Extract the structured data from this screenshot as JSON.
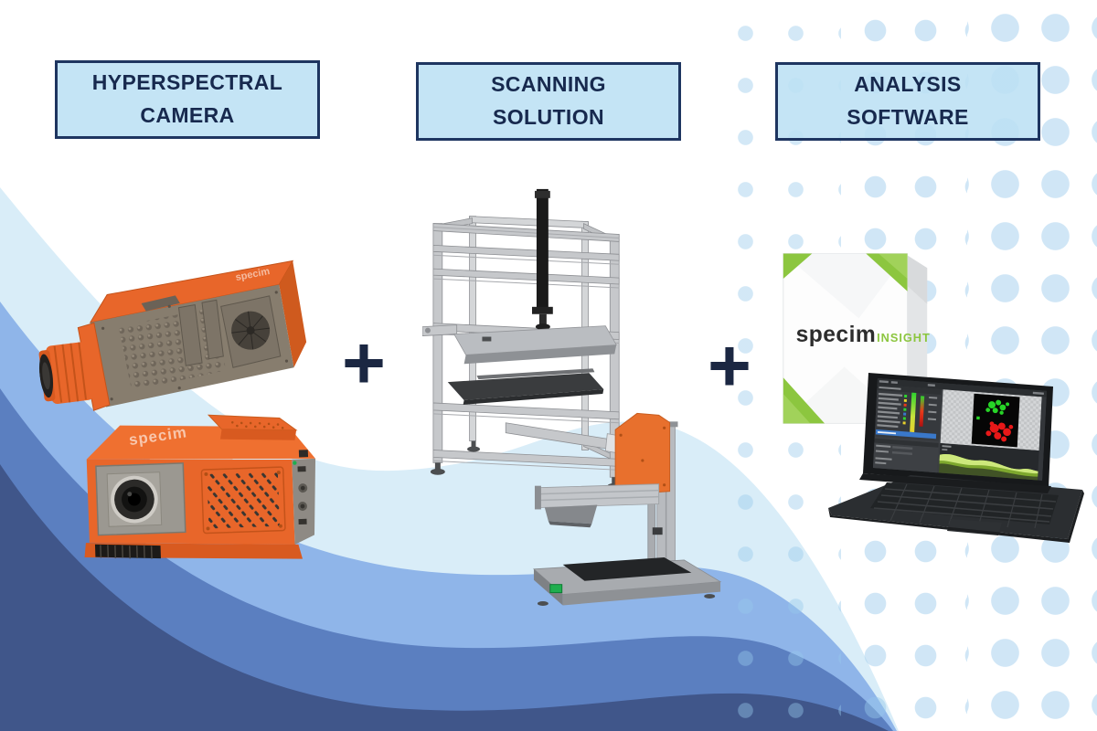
{
  "sections": [
    {
      "id": "hyperspectral-camera",
      "label": "HYPERSPECTRAL CAMERA"
    },
    {
      "id": "scanning-solution",
      "label": "SCANNING SOLUTION"
    },
    {
      "id": "analysis-software",
      "label": "ANALYSIS SOFTWARE"
    }
  ],
  "operators": {
    "plus": "+"
  },
  "software_box": {
    "brand": "specim",
    "product": "INSIGHT"
  },
  "camera_brand": {
    "text": "specim"
  },
  "colors": {
    "box_fill": "#bce0f4",
    "box_border": "#1e3560",
    "label_text": "#17294e",
    "plus": "#1b2742",
    "wave_lightest": "#d9edf8",
    "wave_light": "#8fb5e9",
    "wave_medium": "#5b7fc0",
    "wave_dark": "#40568a",
    "dot_blue": "#cfe4f5",
    "product_orange": "#e8662a",
    "specim_green": "#8cc63f"
  }
}
